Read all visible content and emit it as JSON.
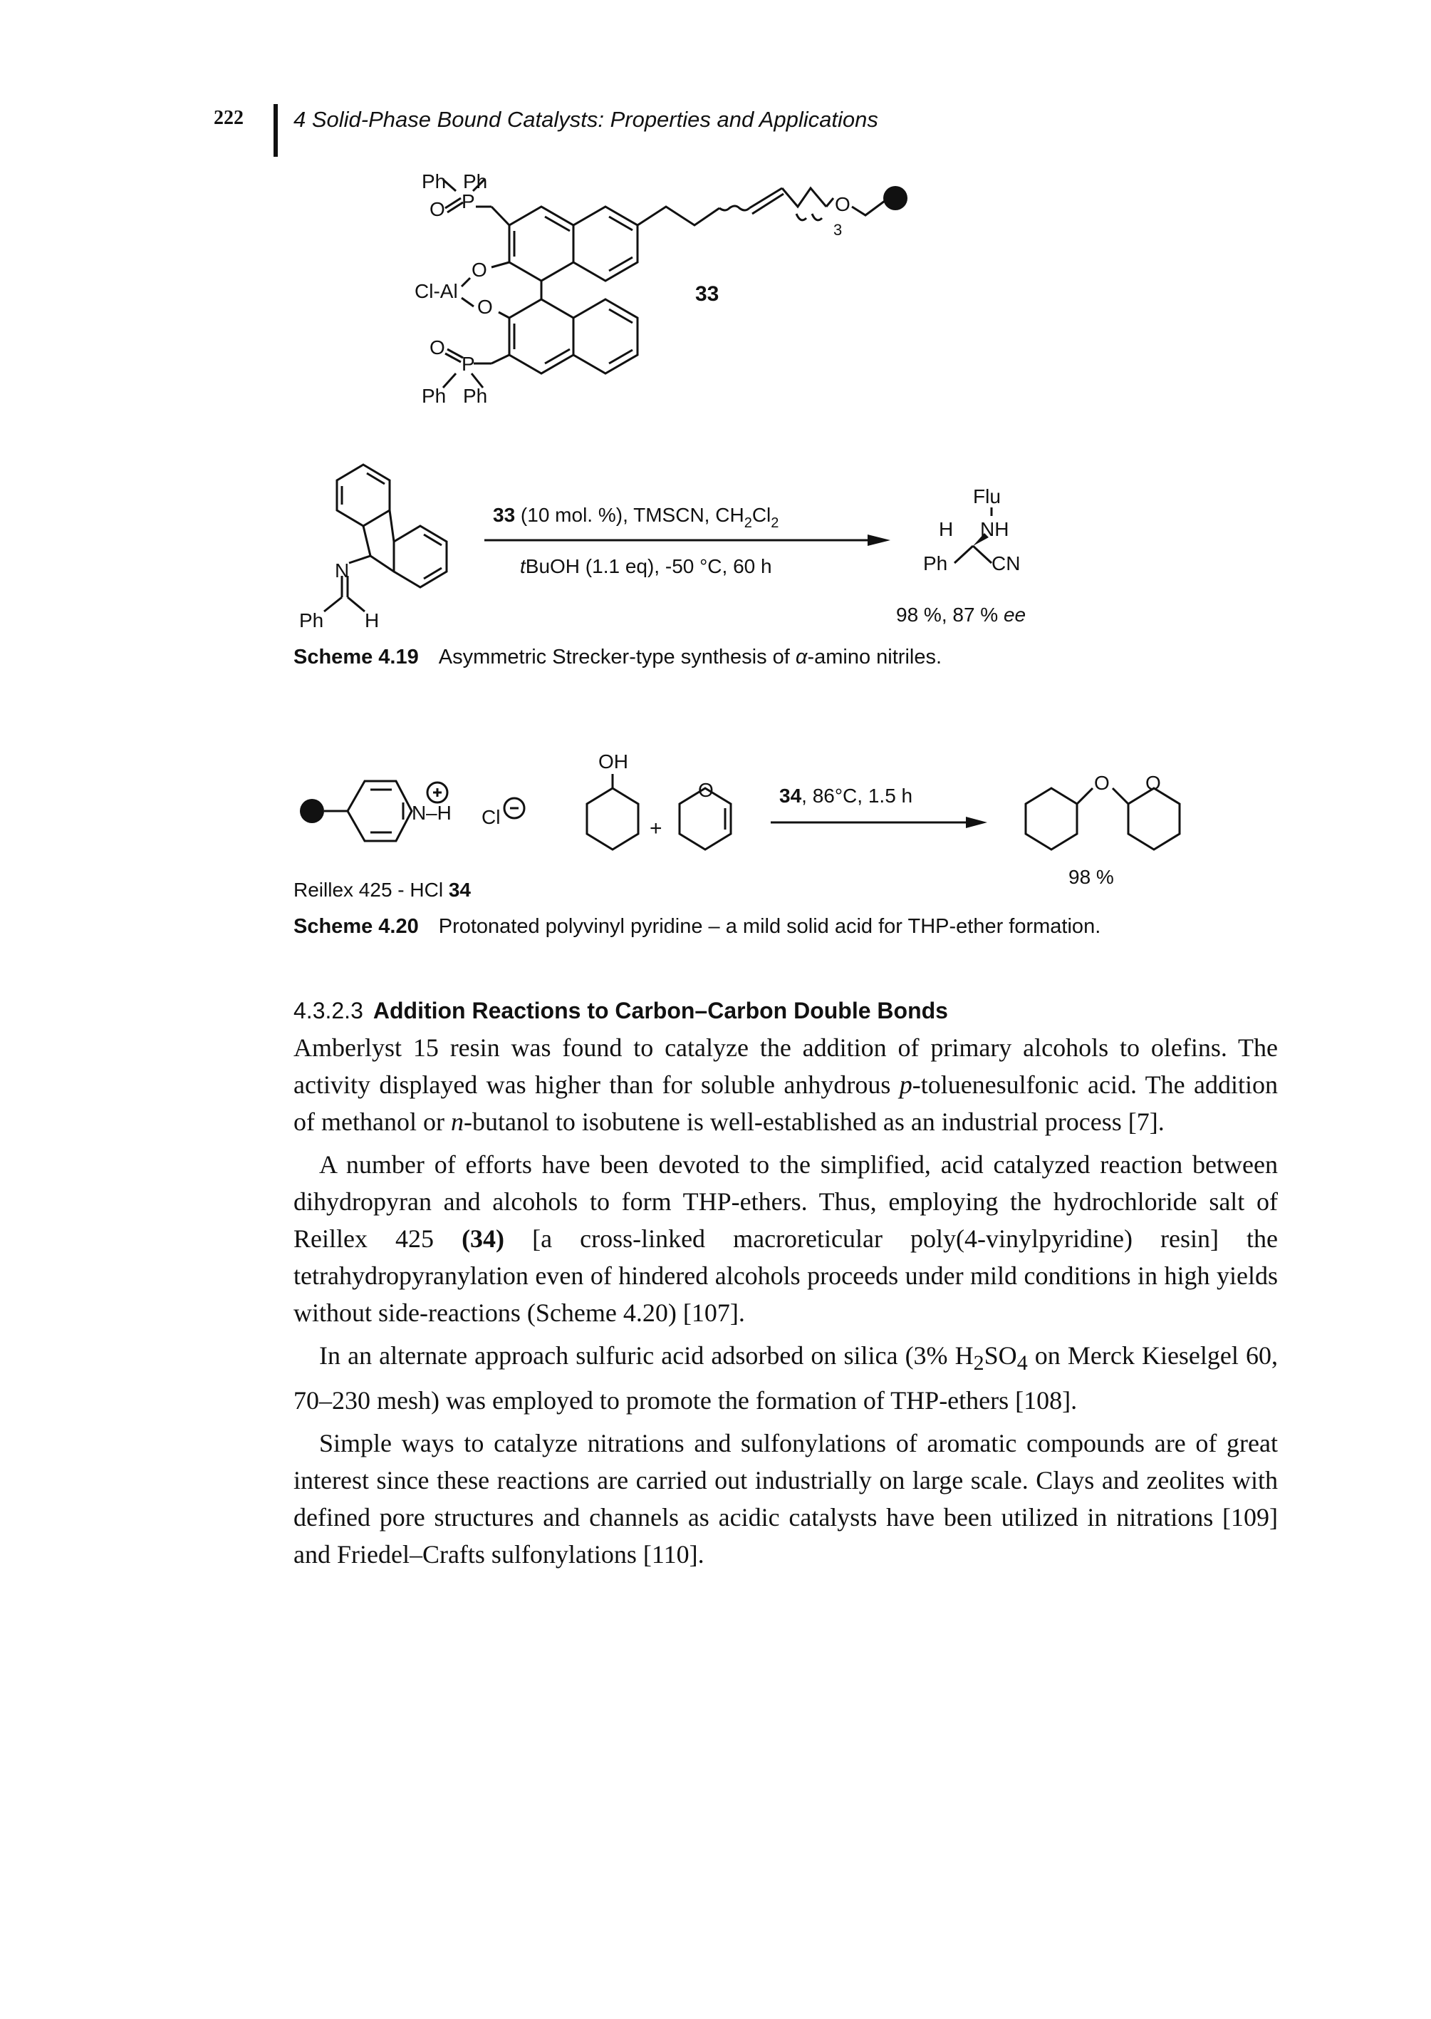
{
  "header": {
    "page_number": "222",
    "chapter_title": "4 Solid-Phase Bound Catalysts: Properties and Applications"
  },
  "scheme_419": {
    "catalyst_labels": {
      "ph_top_left": "Ph",
      "ph_top_right": "Ph",
      "o_p_top": "O",
      "p_top": "P",
      "o_upper": "O",
      "cl_al": "Cl-Al",
      "o_lower": "O",
      "o_p_bottom": "O",
      "p_bottom": "P",
      "ph_bottom_left": "Ph",
      "ph_bottom_right": "Ph",
      "chain_subscript": "3",
      "chain_o": "O",
      "compound_number": "33"
    },
    "substrate_labels": {
      "n": "N",
      "ph": "Ph",
      "h": "H"
    },
    "conditions_top_num": "33",
    "conditions_top_rest": " (10 mol. %), TMSCN, CH",
    "conditions_top_sub1": "2",
    "conditions_top_cl": "Cl",
    "conditions_top_sub2": "2",
    "conditions_bottom_t": "t",
    "conditions_bottom_rest": "BuOH (1.1 eq), -50 °C, 60 h",
    "product_labels": {
      "flu": "Flu",
      "h": "H",
      "nh": "NH",
      "ph": "Ph",
      "cn": "CN"
    },
    "yield_text": "98 %, 87 % ",
    "yield_ee": "ee",
    "caption_label": "Scheme 4.19",
    "caption_text_before": "Asymmetric Strecker-type synthesis of ",
    "caption_alpha": "α",
    "caption_text_after": "-amino nitriles."
  },
  "scheme_420": {
    "pyridinium_n": "N",
    "pyridinium_h": "–H",
    "chloride": "Cl",
    "plus_charge": "+",
    "minus_charge": "−",
    "resin_label": "Reillex 425 - HCl ",
    "resin_number": "34",
    "oh_label": "OH",
    "plus_sign": "+",
    "dhp_o": "O",
    "conditions_num": "34",
    "conditions_rest": ", 86°C, 1.5 h",
    "product_o1": "O",
    "product_o2": "O",
    "yield": "98 %",
    "caption_label": "Scheme 4.20",
    "caption_text": "Protonated polyvinyl pyridine – a mild solid acid for THP-ether formation."
  },
  "section": {
    "number": "4.3.2.3",
    "title": "Addition Reactions to Carbon–Carbon Double Bonds"
  },
  "paragraphs": {
    "p1_a": "Amberlyst 15 resin was found to catalyze the addition of primary alcohols to olefins. The activity displayed was higher than for soluble anhydrous ",
    "p1_p": "p",
    "p1_b": "-toluenesulfonic acid. The addition of methanol or ",
    "p1_n": "n",
    "p1_c": "-butanol to isobutene is well-established as an industrial process [7].",
    "p2_a": "A number of efforts have been devoted to the simplified, acid catalyzed reaction between dihydropyran and alcohols to form THP-ethers. Thus, employing the hydrochloride salt of Reillex 425 ",
    "p2_num": "(34)",
    "p2_b": " [a cross-linked macroreticular poly(4-vinylpyridine) resin] the tetrahydropyranylation even of hindered alcohols proceeds under mild conditions in high yields without side-reactions (Scheme 4.20) [107].",
    "p3_a": "In an alternate approach sulfuric acid adsorbed on silica (3% H",
    "p3_sub1": "2",
    "p3_b": "SO",
    "p3_sub2": "4",
    "p3_c": " on Merck Kieselgel 60, 70–230 mesh) was employed to promote the formation of THP-ethers [108].",
    "p4": "Simple ways to catalyze nitrations and sulfonylations of aromatic compounds are of great interest since these reactions are carried out industrially on large scale. Clays and zeolites with defined pore structures and channels as acidic catalysts have been utilized in nitrations [109] and Friedel–Crafts sulfonylations [110]."
  }
}
